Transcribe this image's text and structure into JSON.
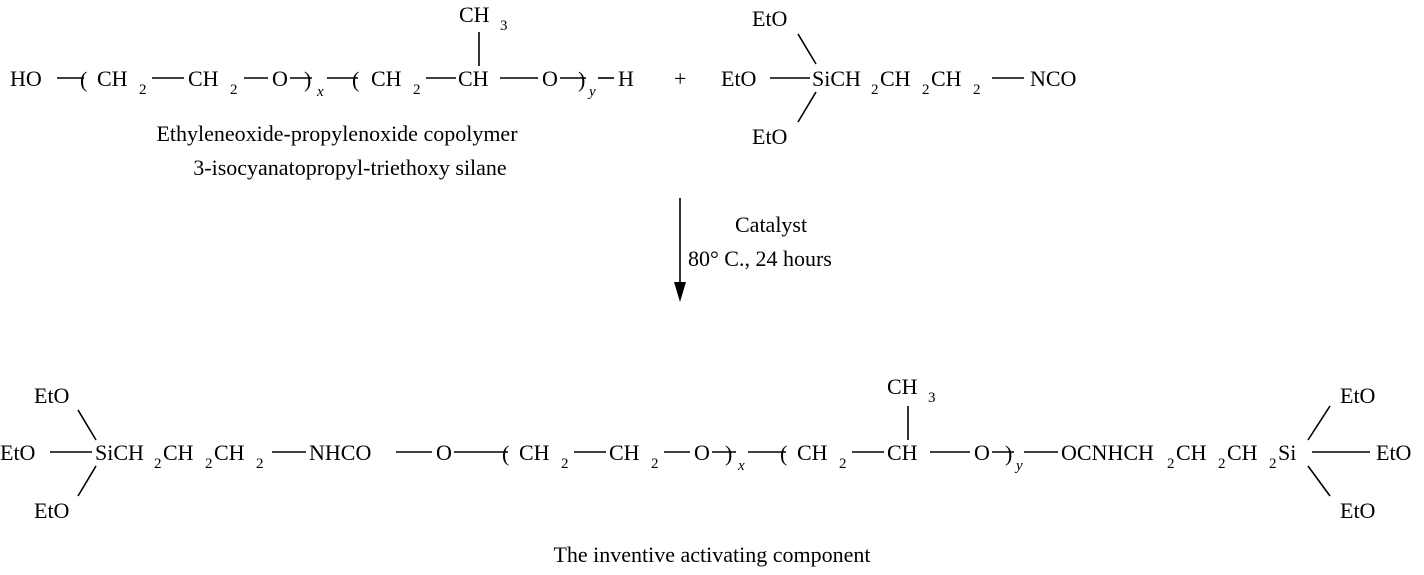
{
  "reactant1": {
    "ho": "HO",
    "paren1_open": "(",
    "ch": "CH",
    "sub2": "2",
    "ch_b": "CH",
    "sub2_b": "2",
    "o": "O",
    "paren1_close": ")",
    "x": "x",
    "paren2_open": "(",
    "ch_c": "CH",
    "sub2_c": "2",
    "ch_methine": "CH",
    "ch3_top": "CH",
    "ch3_sub": "3",
    "o2": "O",
    "paren2_close": ")",
    "y": "y",
    "h": "H"
  },
  "plus": "+",
  "reactant2": {
    "eto_top": "EtO",
    "eto_left": "EtO",
    "eto_bottom": "EtO",
    "si_chain_si": "SiCH",
    "si_chain_s1": "2",
    "si_chain_ch2": "CH",
    "si_chain_s2": "2",
    "si_chain_ch3": "CH",
    "si_chain_s3": "2",
    "nco": "NCO"
  },
  "captions": {
    "reactant1_name": "Ethyleneoxide-propylenoxide copolymer",
    "reactant2_name": "3-isocyanatopropyl-triethoxy silane",
    "product_name": "The inventive activating component"
  },
  "conditions": {
    "catalyst": "Catalyst",
    "temp_time": "80° C., 24 hours"
  },
  "product": {
    "left_eto_top": "EtO",
    "left_eto_mid": "EtO",
    "left_eto_bottom": "EtO",
    "left_si": "SiCH",
    "left_s1": "2",
    "left_ch2": "CH",
    "left_s2": "2",
    "left_ch3": "CH",
    "left_s3": "2",
    "nhco": "NHCO",
    "o_link": "O",
    "p1_open": "(",
    "ch_a": "CH",
    "sub_a": "2",
    "ch_b": "CH",
    "sub_b": "2",
    "o_a": "O",
    "p1_close": ")",
    "x": "x",
    "p2_open": "(",
    "ch_c": "CH",
    "sub_c": "2",
    "ch_methine": "CH",
    "ch3_top": "CH",
    "ch3_sub": "3",
    "o_b": "O",
    "p2_close": ")",
    "y": "y",
    "ocnh": "OCNHCH",
    "r_s1": "2",
    "r_ch2": "CH",
    "r_s2": "2",
    "r_ch2si": "CH",
    "r_s3": "2",
    "r_si": "Si",
    "right_eto_top": "EtO",
    "right_eto_mid": "EtO",
    "right_eto_bottom": "EtO"
  }
}
